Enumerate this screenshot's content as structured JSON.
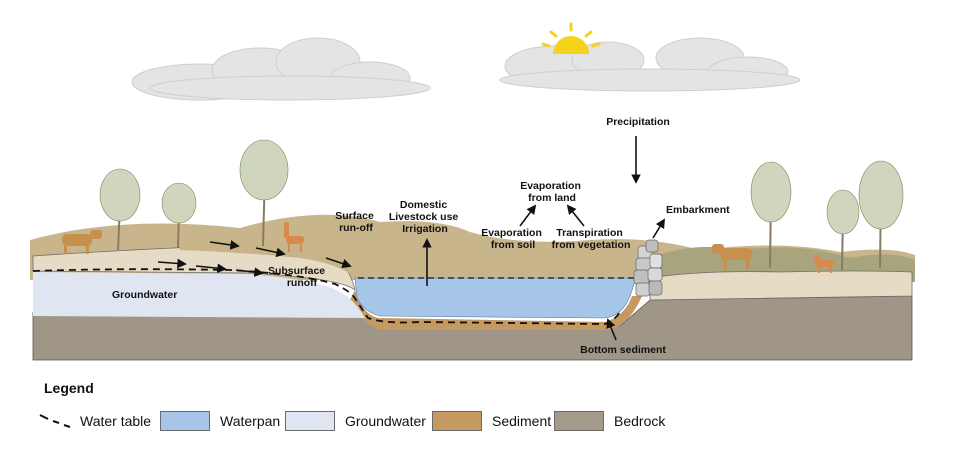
{
  "labels": {
    "groundwater": "Groundwater",
    "subsurface_runoff_1": "Subsurface",
    "subsurface_runoff_2": "runoff",
    "surface_runoff_1": "Surface",
    "surface_runoff_2": "run-off",
    "uses_1": "Domestic",
    "uses_2": "Livestock use",
    "uses_3": "Irrigation",
    "evap_land_1": "Evaporation",
    "evap_land_2": "from land",
    "evap_soil_1": "Evaporation",
    "evap_soil_2": "from soil",
    "transpiration_1": "Transpiration",
    "transpiration_2": "from vegetation",
    "precipitation": "Precipitation",
    "embankment": "Embarkment",
    "bottom_sediment": "Bottom sediment"
  },
  "legend": {
    "title": "Legend",
    "items": [
      {
        "key": "water-table",
        "label": "Water table",
        "kind": "dashed-line",
        "color": "#111111"
      },
      {
        "key": "waterpan",
        "label": "Waterpan",
        "kind": "swatch",
        "color": "#a5c6e8"
      },
      {
        "key": "groundwater",
        "label": "Groundwater",
        "kind": "swatch",
        "color": "#dfe6f1"
      },
      {
        "key": "sediment",
        "label": "Sediment",
        "kind": "swatch",
        "color": "#c49a62"
      },
      {
        "key": "bedrock",
        "label": "Bedrock",
        "kind": "swatch",
        "color": "#a39a8c"
      }
    ]
  },
  "colors": {
    "sky_cloud": "#e3e3e3",
    "sun": "#f5d21c",
    "hills": "#c9b58c",
    "topsoil": "#e6dcc6",
    "bedrock": "#9f9687",
    "sediment": "#c49a62",
    "water": "#a5c6e8",
    "groundwater": "#dfe6f1"
  }
}
